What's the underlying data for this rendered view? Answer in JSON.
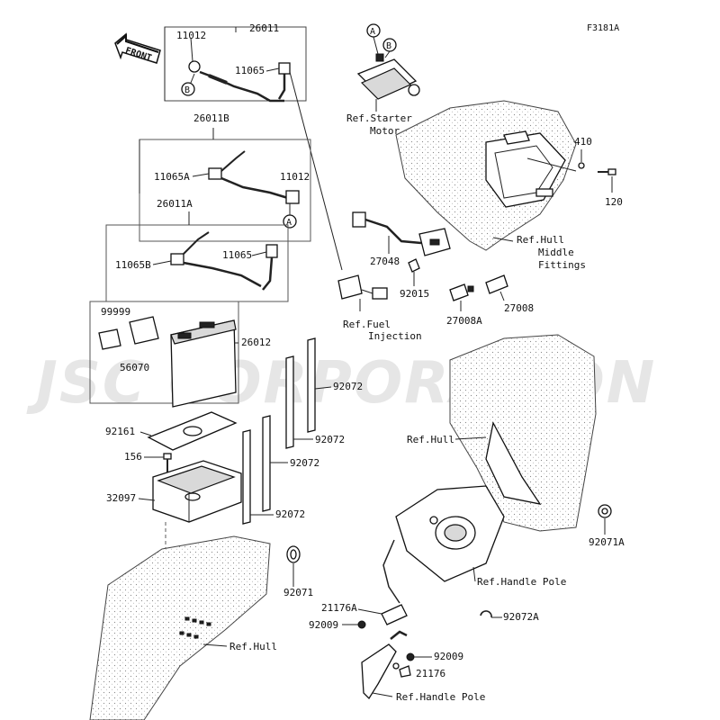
{
  "diagram": {
    "figure_code": "F3181A",
    "watermark": "JSC CORPORATION",
    "front_label": "FRONT",
    "callouts": {
      "a": "A",
      "b": "B"
    },
    "part_numbers": {
      "p26011": "26011",
      "p11012_top": "11012",
      "p11065_top": "11065",
      "p26011B": "26011B",
      "p11065A": "11065A",
      "p11012_mid": "11012",
      "p26011A": "26011A",
      "p11065B": "11065B",
      "p11065_mid": "11065",
      "p99999": "99999",
      "p56070": "56070",
      "p26012": "26012",
      "p92161": "92161",
      "p156": "156",
      "p32097": "32097",
      "p92072_a": "92072",
      "p92072_b": "92072",
      "p92072_c": "92072",
      "p92072_d": "92072",
      "p92071": "92071",
      "p410": "410",
      "p120": "120",
      "p27048": "27048",
      "p92015": "92015",
      "p27008A": "27008A",
      "p27008": "27008",
      "p92071A": "92071A",
      "p21176A": "21176A",
      "p92009_a": "92009",
      "p92072A": "92072A",
      "p92009_b": "92009",
      "p21176": "21176"
    },
    "references": {
      "starter_1": "Ref.Starter",
      "starter_2": "Motor",
      "hull_fit_1": "Ref.Hull",
      "hull_fit_2": "Middle",
      "hull_fit_3": "Fittings",
      "fuel_1": "Ref.Fuel",
      "fuel_2": "Injection",
      "hull_right": "Ref.Hull",
      "hull_bottom": "Ref.Hull",
      "handle_pole_1": "Ref.Handle Pole",
      "handle_pole_2": "Ref.Handle Pole"
    }
  }
}
